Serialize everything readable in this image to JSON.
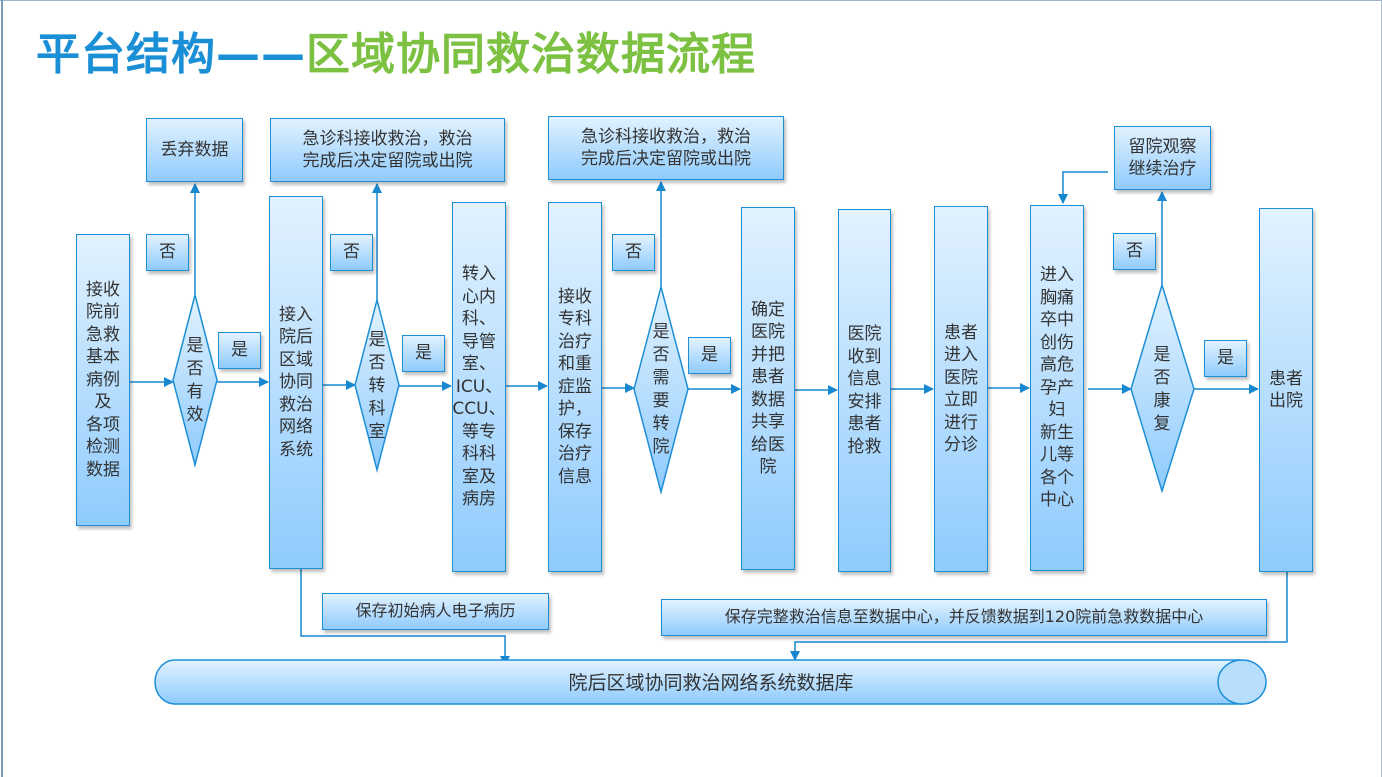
{
  "title": {
    "part1": "平台结构——",
    "part2": "区域协同救治数据流程"
  },
  "colors": {
    "title_blue": "#1b8fd6",
    "title_green": "#7cc142",
    "box_border": "#1e8fd6"
  },
  "nodes": [
    "接收\n院前\n急救\n基本\n病例\n及\n各项\n检测\n数据",
    "接入\n院后\n区域\n协同\n救治\n网络\n系统",
    "转入\n心内\n科、\n导管\n室、\nICU、\nCCU、\n等专\n科科\n室及\n病房",
    "接收\n专科\n治疗\n和重\n症监\n护，\n保存\n治疗\n信息",
    "确定\n医院\n并把\n患者\n数据\n共享\n给医\n院",
    "医院\n收到\n信息\n安排\n患者\n抢救",
    "患者\n进入\n医院\n立即\n进行\n分诊",
    "进入\n胸痛\n卒中\n创伤\n高危\n孕产\n妇\n新生\n儿等\n各个\n中心",
    "患者\n出院"
  ],
  "decisions": [
    "是\n否\n有\n效",
    "是\n否\n转\n科\n室",
    "是\n否\n需\n要\n转\n院",
    "是\n否\n康\n复"
  ],
  "outcomes": {
    "discard": "丢弃数据",
    "er1": "急诊科接收救治，救治\n完成后决定留院或出院",
    "er2": "急诊科接收救治，救治\n完成后决定留院或出院",
    "observe": "留院观察\n继续治疗"
  },
  "labels": {
    "no": "否",
    "yes": "是"
  },
  "storage": {
    "initial": "保存初始病人电子病历",
    "complete": "保存完整救治信息至数据中心，并反馈数据到120院前急救数据中心",
    "database": "院后区域协同救治网络系统数据库"
  }
}
